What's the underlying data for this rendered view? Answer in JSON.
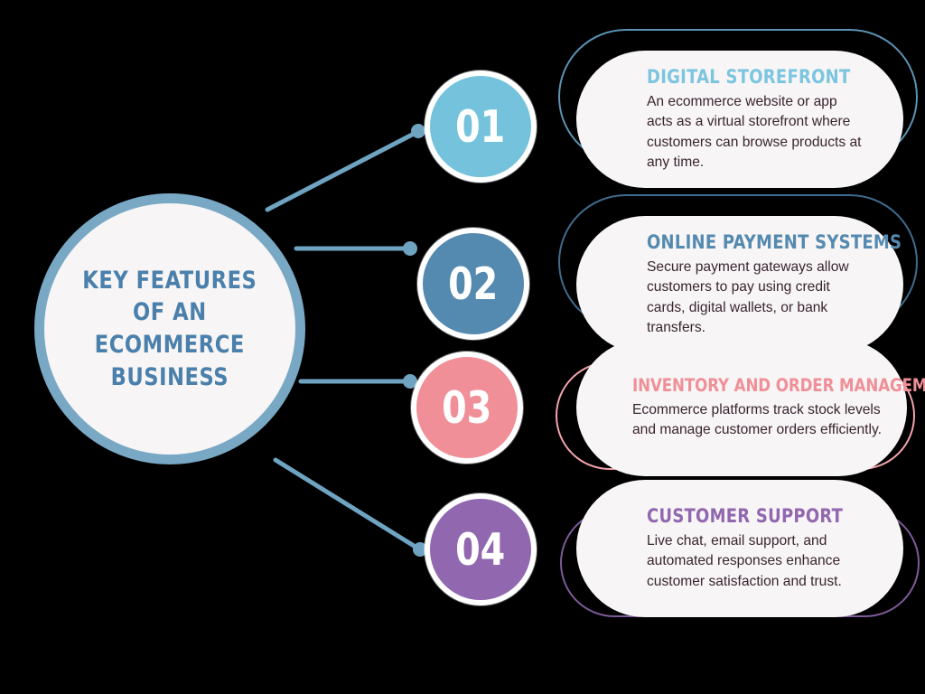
{
  "infographic": {
    "hub": {
      "title": "KEY FEATURES\nOF AN\nECOMMERCE\nBUSINESS",
      "fill_color": "#f7f5f5",
      "border_color": "#79a8c4",
      "text_color": "#4a80ab"
    },
    "connector_color": "#6fa3c2",
    "card_fill": "#f7f5f5",
    "body_text_color": "#3a2430",
    "items": [
      {
        "number": "01",
        "title": "DIGITAL STOREFRONT",
        "body": "An ecommerce website or app acts as a virtual storefront where customers can browse products at any time.",
        "circle_color": "#74c2dc",
        "title_color": "#7cc5e0",
        "ghost_border_color": "#5a93b4"
      },
      {
        "number": "02",
        "title": "ONLINE PAYMENT SYSTEMS",
        "body": "Secure payment gateways allow customers to pay using credit cards, digital wallets, or bank transfers.",
        "circle_color": "#5489b0",
        "title_color": "#5489b0",
        "ghost_border_color": "#3f6c8e"
      },
      {
        "number": "03",
        "title": "INVENTORY AND ORDER MANAGEMENT",
        "body": "Ecommerce platforms track stock levels and manage customer orders efficiently.",
        "circle_color": "#f08f98",
        "title_color": "#f08f98",
        "ghost_border_color": "#f3a3ad"
      },
      {
        "number": "04",
        "title": "CUSTOMER SUPPORT",
        "body": "Live chat, email support, and automated responses enhance customer satisfaction and trust.",
        "circle_color": "#9167b0",
        "title_color": "#9167b0",
        "ghost_border_color": "#7d5a99"
      }
    ]
  }
}
